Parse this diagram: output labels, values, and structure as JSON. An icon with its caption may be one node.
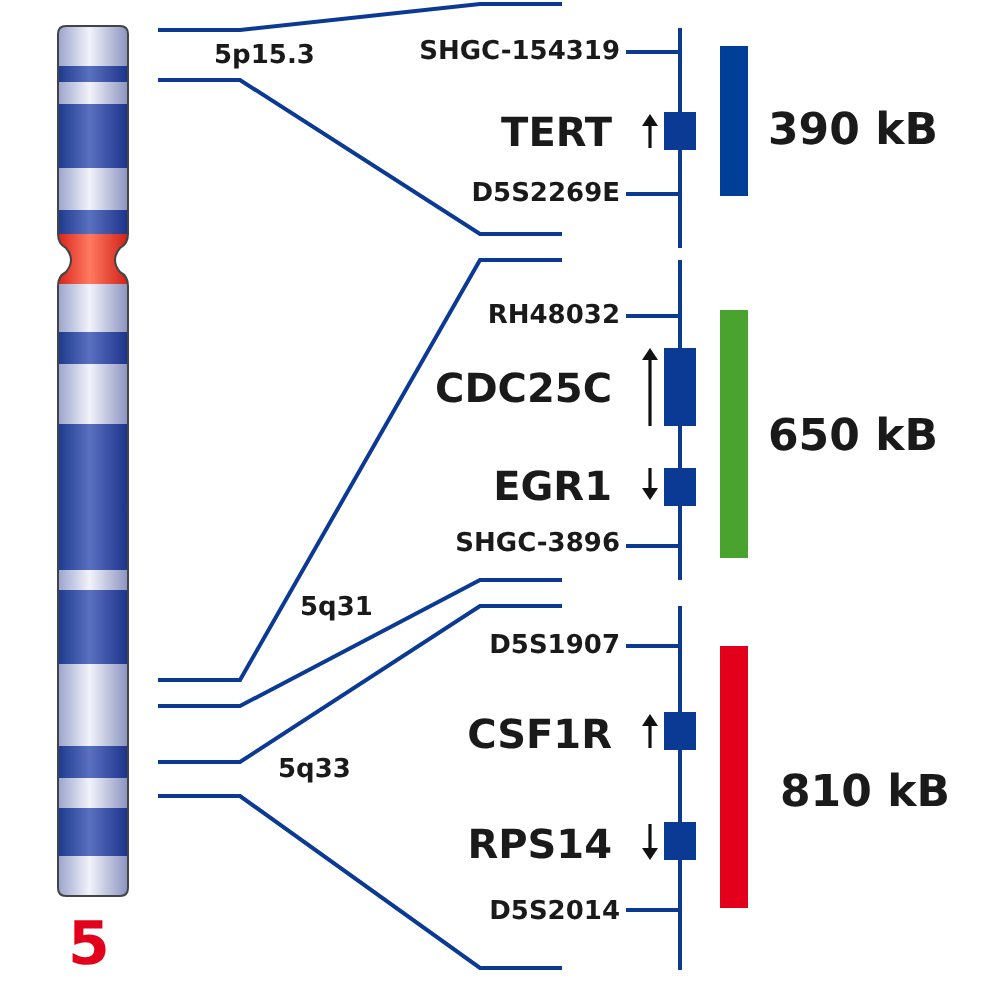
{
  "diagram": {
    "nodes": [
      {
        "text": [],
        "shape": "bar",
        "beside": [
          "390 kB"
        ]
      },
      {
        "text": [],
        "shape": "bar",
        "beside": [
          "650 kB"
        ]
      },
      {
        "text": [],
        "shape": "bar",
        "beside": [
          "810 kB"
        ]
      }
    ],
    "labels": [
      "5p15.3",
      "SHGC-154319",
      "TERT",
      "D5S2269E",
      "RH48032",
      "CDC25C",
      "EGR1",
      "SHGC-3896",
      "5q31",
      "D5S1907",
      "CSF1R",
      "5q33",
      "RPS14",
      "D5S2014",
      "5"
    ]
  }
}
